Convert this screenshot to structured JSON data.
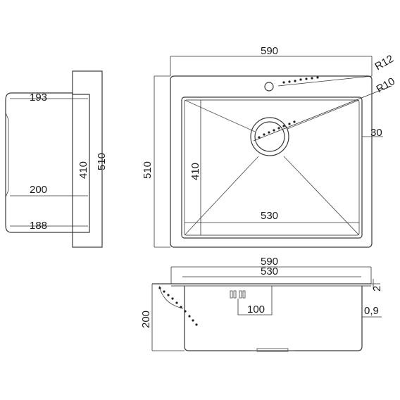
{
  "labels": {
    "side_top_depth": "193",
    "side_mid_depth": "200",
    "side_bottom_depth": "188",
    "side_inner_height": "410",
    "side_outer_height": "510",
    "top_width": "590",
    "top_corner_radius": "R12",
    "bowl_corner_radius": "R10",
    "drain_offset": "30",
    "outer_height": "510",
    "bowl_height": "410",
    "bowl_width": "530",
    "front_outer_width": "590",
    "front_bowl_width": "530",
    "front_depth": "200",
    "overflow_width": "100",
    "flange_height": "2",
    "wall_thickness": "0,9"
  }
}
